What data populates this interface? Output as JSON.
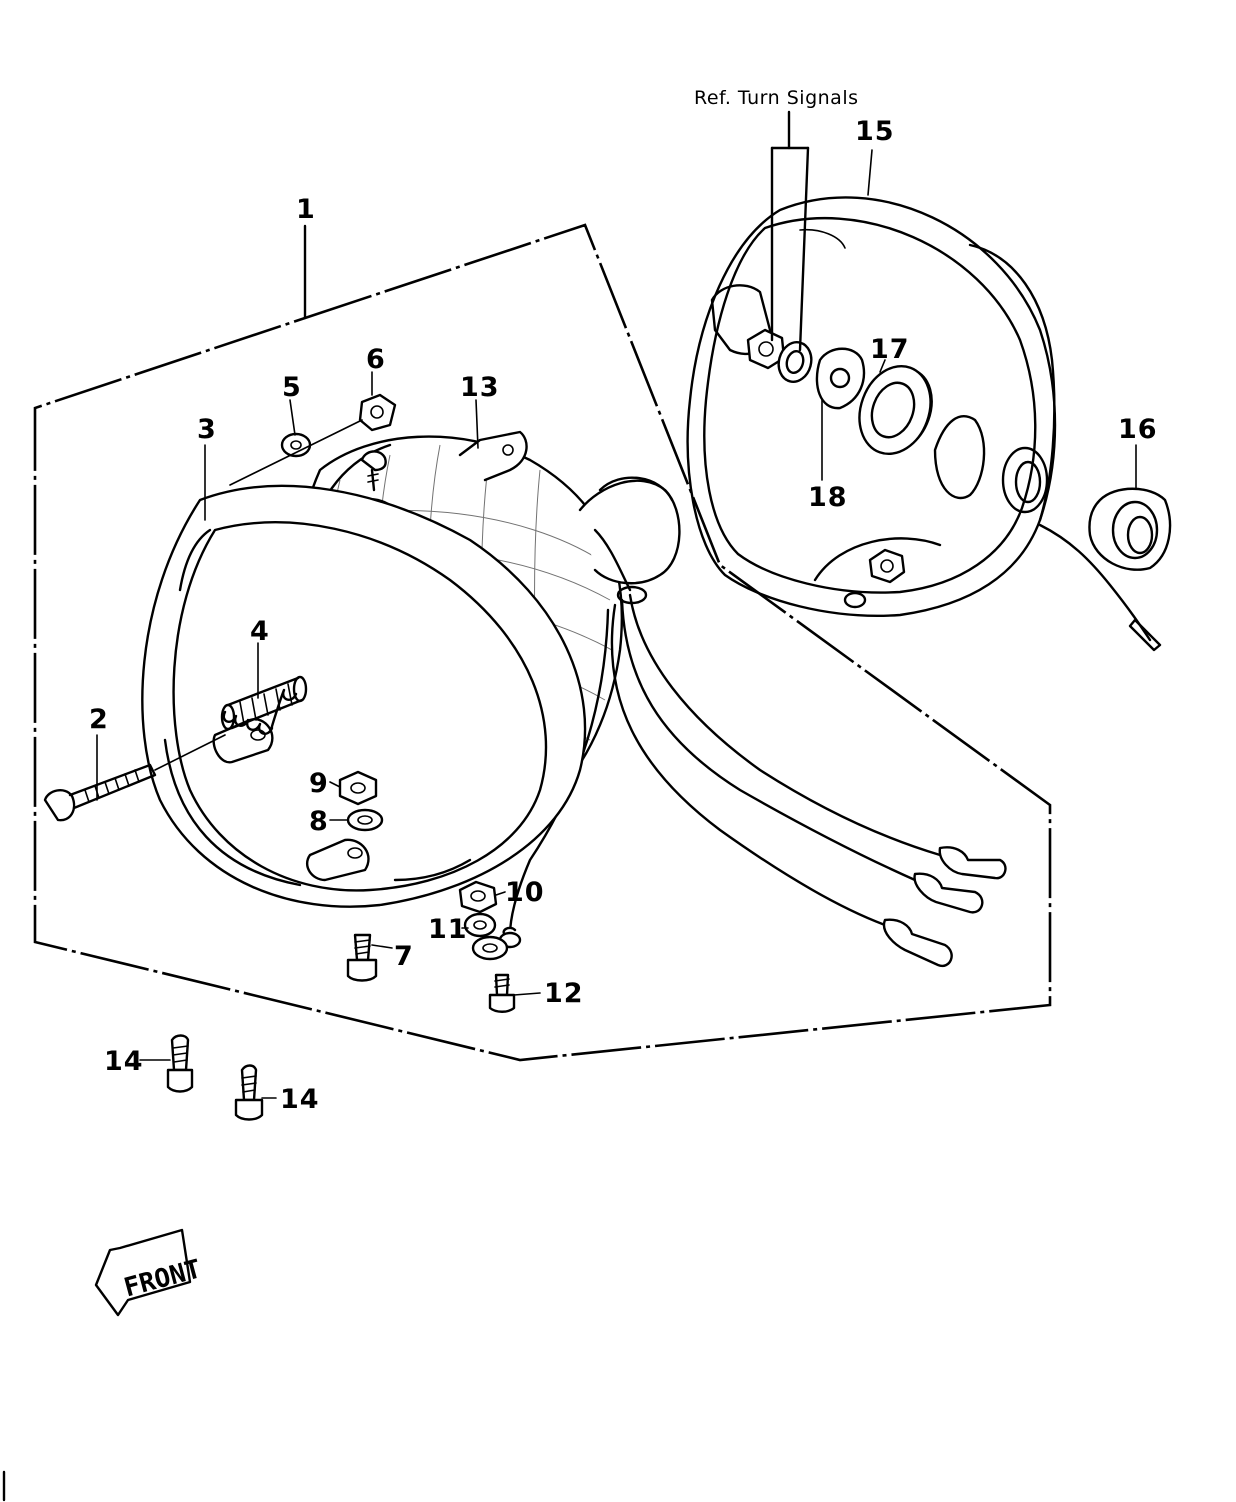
{
  "diagram": {
    "reference_label": "Ref. Turn Signals",
    "front_label": "FRONT",
    "callouts": {
      "c1": "1",
      "c2": "2",
      "c3": "3",
      "c4": "4",
      "c5": "5",
      "c6": "6",
      "c7": "7",
      "c8": "8",
      "c9": "9",
      "c10": "10",
      "c11": "11",
      "c12": "12",
      "c13": "13",
      "c14a": "14",
      "c14b": "14",
      "c15": "15",
      "c16": "16",
      "c17": "17",
      "c18": "18"
    }
  }
}
